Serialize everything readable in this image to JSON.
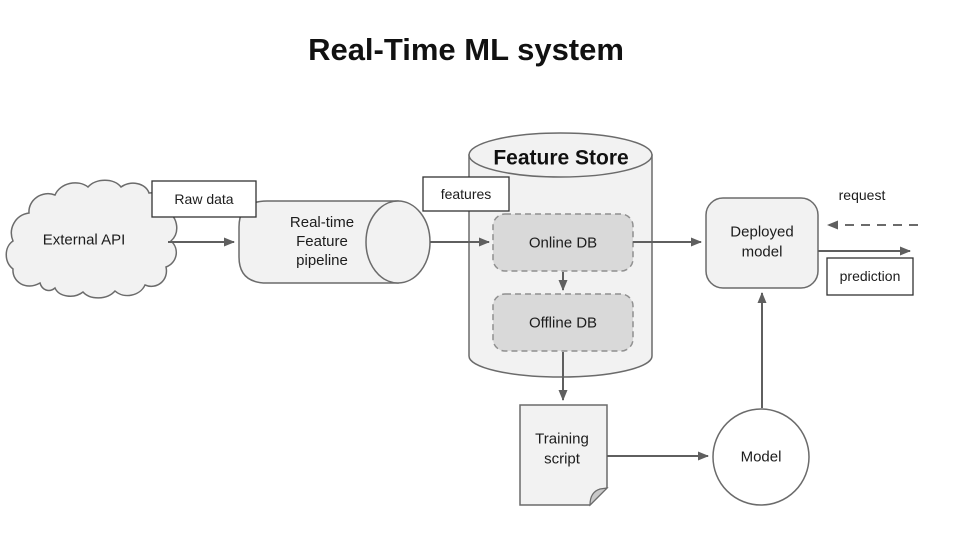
{
  "title": "Real-Time ML system",
  "colors": {
    "background": "#ffffff",
    "shape_fill": "#f2f2f2",
    "db_fill": "#d9d9d9",
    "shape_stroke": "#6b6b6b",
    "db_stroke": "#909090",
    "label_box_fill": "#ffffff",
    "label_box_stroke": "#333333",
    "arrow": "#5f5f5f",
    "text": "#1c1c1c"
  },
  "nodes": {
    "external_api": "External API",
    "pipeline": "Real-time\nFeature\npipeline",
    "feature_store": "Feature Store",
    "online_db": "Online DB",
    "offline_db": "Offline DB",
    "deployed_model": "Deployed\nmodel",
    "training_script": "Training\nscript",
    "model": "Model"
  },
  "edge_labels": {
    "raw_data": "Raw data",
    "features": "features",
    "request": "request",
    "prediction": "prediction"
  }
}
